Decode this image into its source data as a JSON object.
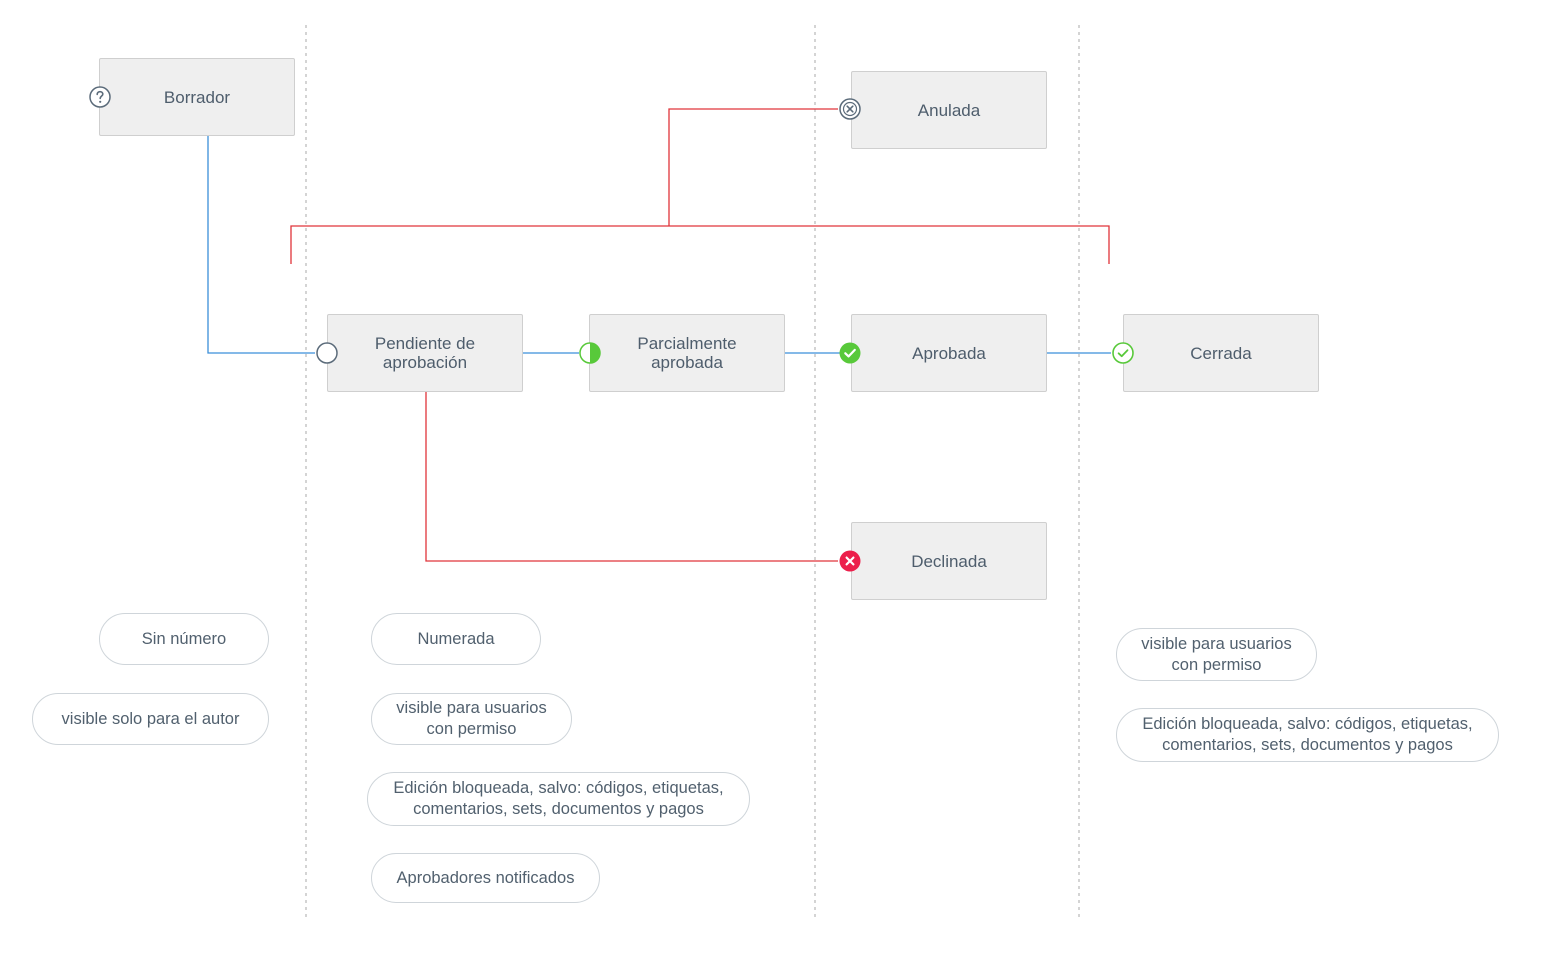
{
  "states": {
    "borrador": "Borrador",
    "anulada": "Anulada",
    "pendiente": "Pendiente de\naprobación",
    "parcial": "Parcialmente\naprobada",
    "aprobada": "Aprobada",
    "cerrada": "Cerrada",
    "declinada": "Declinada"
  },
  "notes": {
    "sin_numero": "Sin número",
    "solo_autor": "visible solo para el autor",
    "numerada": "Numerada",
    "visible_permiso_1": "visible para usuarios\ncon permiso",
    "edicion_bloqueada_1": "Edición bloqueada, salvo: códigos, etiquetas,\ncomentarios, sets, documentos y pagos",
    "aprobadores": "Aprobadores notificados",
    "visible_permiso_2": "visible para usuarios\ncon permiso",
    "edicion_bloqueada_2": "Edición bloqueada, salvo: códigos, etiquetas,\ncomentarios, sets, documentos y pagos"
  },
  "icons": {
    "borrador": "question-circle",
    "anulada": "cancel-circle",
    "pendiente": "empty-circle",
    "parcial": "half-filled-circle",
    "aprobada": "check-circle-filled",
    "cerrada": "check-circle-outline",
    "declinada": "x-circle-filled"
  },
  "colors": {
    "flow_line": "#3b8fd9",
    "cancel_line": "#e0343a",
    "approved": "#58c93a",
    "declined": "#ec1f4b",
    "divider": "#b8b8b8"
  }
}
